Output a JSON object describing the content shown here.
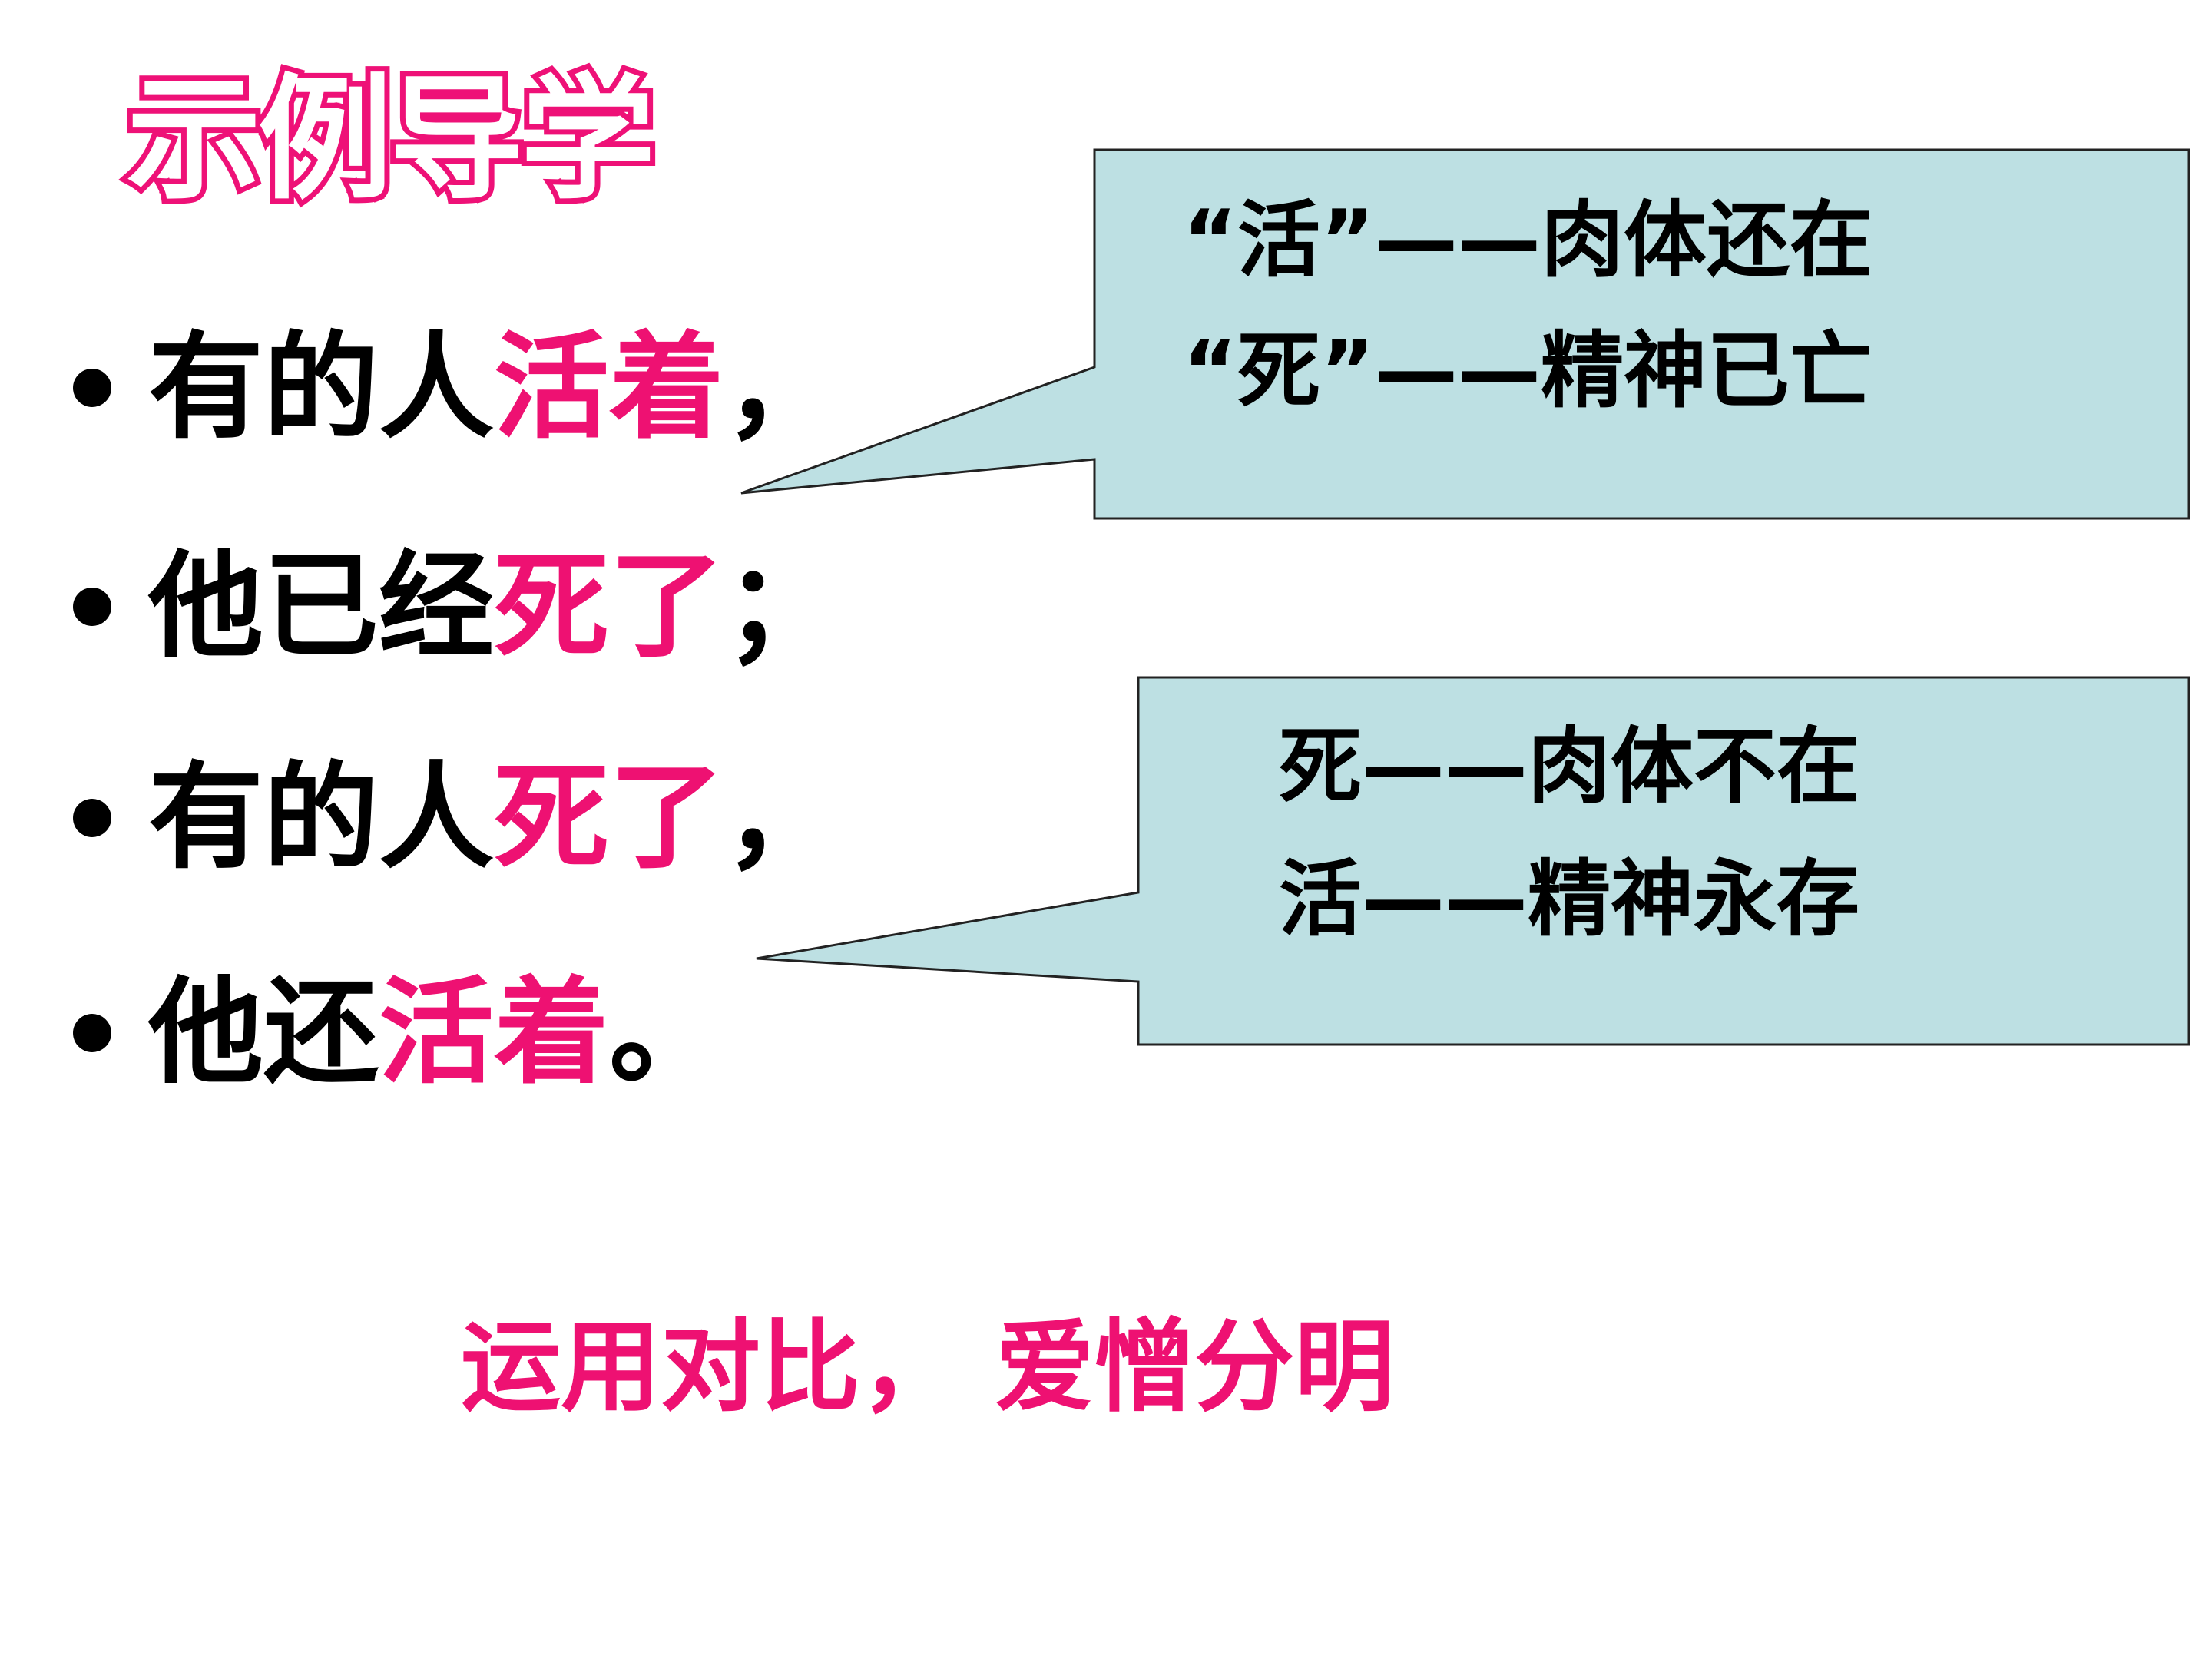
{
  "title": "示例导学",
  "bullets": [
    {
      "before": "有的人",
      "highlight": "活着",
      "after": "，"
    },
    {
      "before": "他已经",
      "highlight": "死了",
      "after": "；"
    },
    {
      "before": "有的人",
      "highlight": "死了",
      "after": "，"
    },
    {
      "before": "他还",
      "highlight": "活着",
      "after": "。"
    }
  ],
  "callout_top": {
    "line1": "“活”——肉体还在",
    "line2": "“死”——精神已亡"
  },
  "callout_bottom": {
    "line1": "死——肉体不在",
    "line2": "活——精神永存"
  },
  "summary": "运用对比， 爱憎分明",
  "colors": {
    "accent": "#ee1172",
    "callout_fill": "#bde0e3",
    "text": "#000000"
  }
}
